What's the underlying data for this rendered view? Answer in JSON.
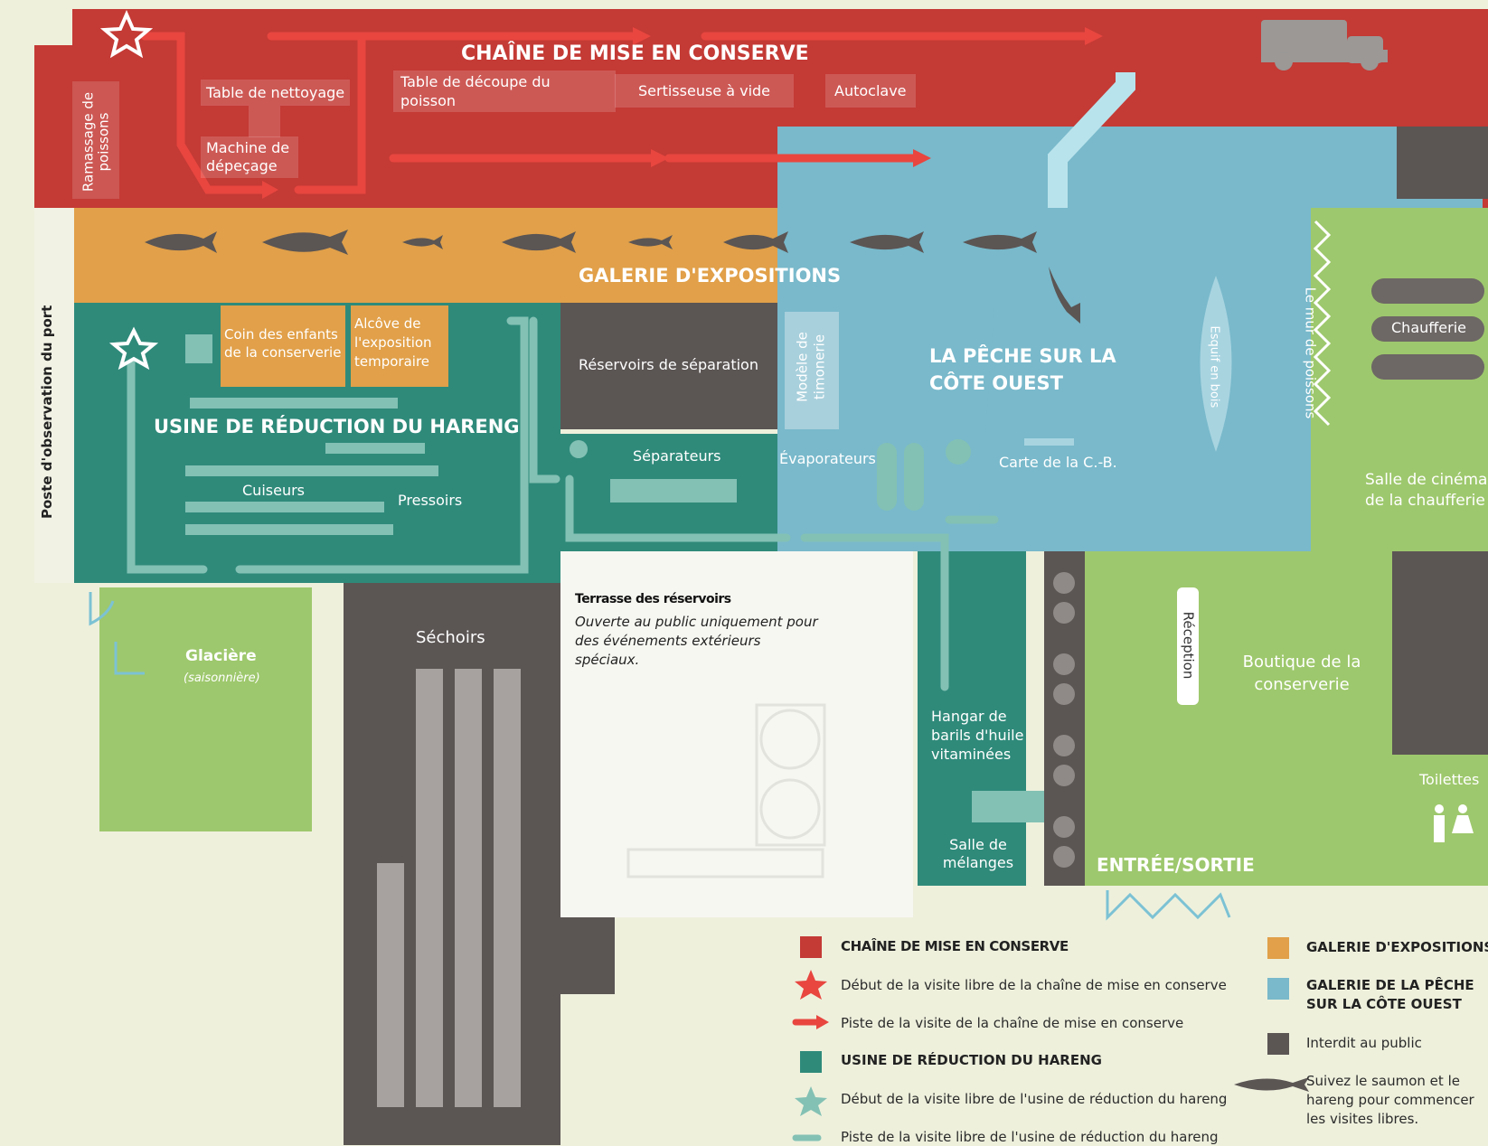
{
  "colors": {
    "canning": "#c43a35",
    "gallery": "#e1a049",
    "reduction": "#2f8a7a",
    "fishing": "#79b9cb",
    "restricted": "#5b5554",
    "green": "#9ec86d",
    "path_red": "#e8463f",
    "background": "#eef0dc"
  },
  "side_label": "Poste d'observation du port",
  "canning": {
    "title": "CHAÎNE DE MISE EN CONSERVE",
    "fish_collection": "Ramassage de poissons",
    "cleaning_table": "Table de nettoyage",
    "cutting_table": "Table de découpe du poisson",
    "vacuum_sealer": "Sertisseuse à vide",
    "autoclave": "Autoclave",
    "butchering_machine": "Machine de dépeçage"
  },
  "gallery": {
    "title": "GALERIE D'EXPOSITIONS",
    "kids_corner": "Coin des enfants de la conserverie",
    "temp_alcove": "Alcôve de l'exposition temporaire"
  },
  "reduction": {
    "title": "USINE DE RÉDUCTION DU HARENG",
    "cookers": "Cuiseurs",
    "presses": "Pressoirs",
    "separation_tanks": "Réservoirs de séparation",
    "separators": "Séparateurs",
    "evaporators": "Évaporateurs",
    "oil_shed": "Hangar de barils d'huile vitaminées",
    "mixing_room": "Salle de mélanges",
    "dryers": "Séchoirs",
    "ice_house": "Glacière",
    "ice_house_note": "(saisonnière)"
  },
  "fishing": {
    "title": "LA PÊCHE SUR LA CÔTE OUEST",
    "wheelhouse": "Modèle de timonerie",
    "boat": "Esquif en bois",
    "map": "Carte de la C.-B.",
    "fish_wall": "Le mur de poissons"
  },
  "boiler": {
    "label": "Chaufferie",
    "cinema": "Salle de cinéma de la chaufferie"
  },
  "entrance": {
    "reception": "Réception",
    "shop": "Boutique de la conserverie",
    "toilets": "Toilettes",
    "exit": "ENTRÉE/SORTIE"
  },
  "terrace": {
    "title": "Terrasse des réservoirs",
    "note": "Ouverte au public uniquement pour des événements extérieurs spéciaux."
  },
  "legend": {
    "canning": "CHAÎNE DE MISE EN CONSERVE",
    "canning_start": "Début de la visite libre de la chaîne de mise en conserve",
    "canning_path": "Piste de la visite de la chaîne de mise en conserve",
    "reduction": "USINE DE RÉDUCTION DU HARENG",
    "reduction_start": "Début de la visite libre de l'usine de réduction du hareng",
    "reduction_path": "Piste de la visite libre de l'usine de réduction du hareng",
    "gallery": "GALERIE D'EXPOSITIONS",
    "fishing": "GALERIE DE LA PÊCHE SUR LA CÔTE OUEST",
    "restricted": "Interdit au public",
    "follow_fish": "Suivez le saumon et le hareng pour commencer les visites libres."
  }
}
